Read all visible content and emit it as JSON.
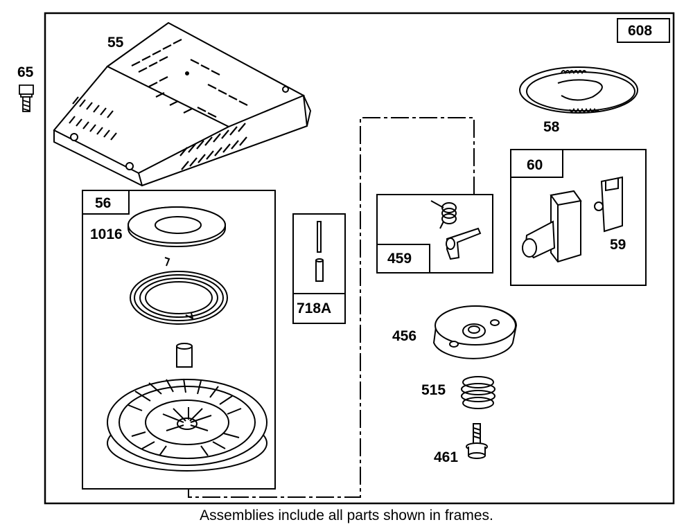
{
  "assembly_box": {
    "number": "608"
  },
  "boxes": {
    "starter": "56",
    "pin_kit": "718A",
    "spring_kit": "459",
    "handle_kit": "60"
  },
  "parts": {
    "screw": "65",
    "housing": "55",
    "washer": "1016",
    "rope": "58",
    "insert": "59",
    "retainer": "456",
    "spring": "515",
    "bolt": "461"
  },
  "caption": "Assemblies include all parts shown in frames."
}
